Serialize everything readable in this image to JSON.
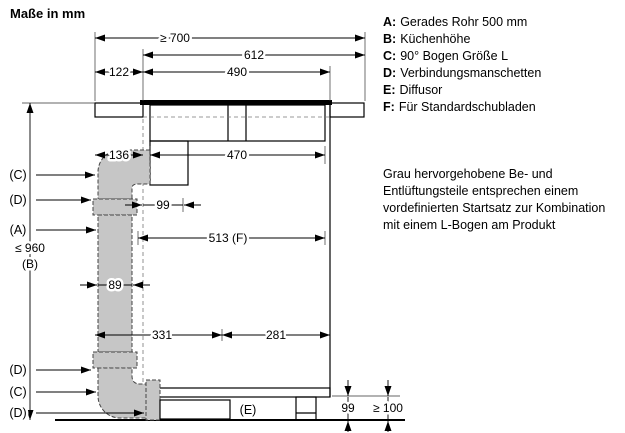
{
  "title": "Maße in mm",
  "colors": {
    "part_gray": "#c6c6c6",
    "line": "#000000"
  },
  "legend": {
    "items": [
      {
        "key": "A:",
        "text": "Gerades Rohr 500 mm"
      },
      {
        "key": "B:",
        "text": "Küchenhöhe"
      },
      {
        "key": "C:",
        "text": "90° Bogen Größe L"
      },
      {
        "key": "D:",
        "text": "Verbindungsmanschetten"
      },
      {
        "key": "E:",
        "text": "Diffusor"
      },
      {
        "key": "F:",
        "text": "Für Standardschubladen"
      }
    ],
    "note": "Grau hervorgehobene Be- und Entlüftungsteile entsprechen einem vordefinierten Startsatz zur Kombination mit einem L-Bogen am Produkt"
  },
  "dimensions": {
    "min_width": "≥ 700",
    "w612": "612",
    "w122": "122",
    "w490": "490",
    "w136": "136",
    "w470": "470",
    "w99_top": "99",
    "w513": "513 (F)",
    "w89": "89",
    "w331": "331",
    "w281": "281",
    "max_height": "≤ 960",
    "max_height_ref": "(B)",
    "h99_bottom": "99",
    "min_plinth": "≥ 100"
  },
  "part_labels": {
    "c_top": "(C)",
    "d_top": "(D)",
    "a": "(A)",
    "d_mid": "(D)",
    "c_bottom": "(C)",
    "d_bottom": "(D)",
    "e": "(E)"
  }
}
